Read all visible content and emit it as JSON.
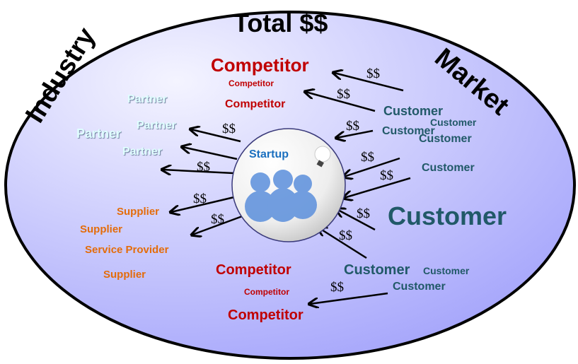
{
  "title": "Total $$",
  "industry_label": "Industry",
  "market_label": "Market",
  "startup_label": "Startup",
  "competitors": [
    "Competitor",
    "Competitor",
    "Competitor",
    "Competitor",
    "Competitor",
    "Competitor"
  ],
  "customers": [
    "Customer",
    "Customer",
    "Customer",
    "Customer",
    "Customer",
    "Customer",
    "Customer",
    "Customer",
    "Customer"
  ],
  "partners": [
    "Partner",
    "Partner",
    "Partner",
    "Partner"
  ],
  "suppliers": [
    "Supplier",
    "Supplier",
    "Service Provider",
    "Supplier"
  ],
  "money": [
    "$$",
    "$$",
    "$$",
    "$$",
    "$$",
    "$$",
    "$$",
    "$$",
    "$$",
    "$$",
    "$$",
    "$$"
  ],
  "icons": [
    "lightbulb-icon",
    "people-group-icon",
    "arrow-icon"
  ],
  "colors": {
    "competitor": "#c00000",
    "customer": "#215968",
    "partner": "#e0ffff",
    "supplier": "#e46c0a",
    "ellipse": "#aaaaff"
  }
}
